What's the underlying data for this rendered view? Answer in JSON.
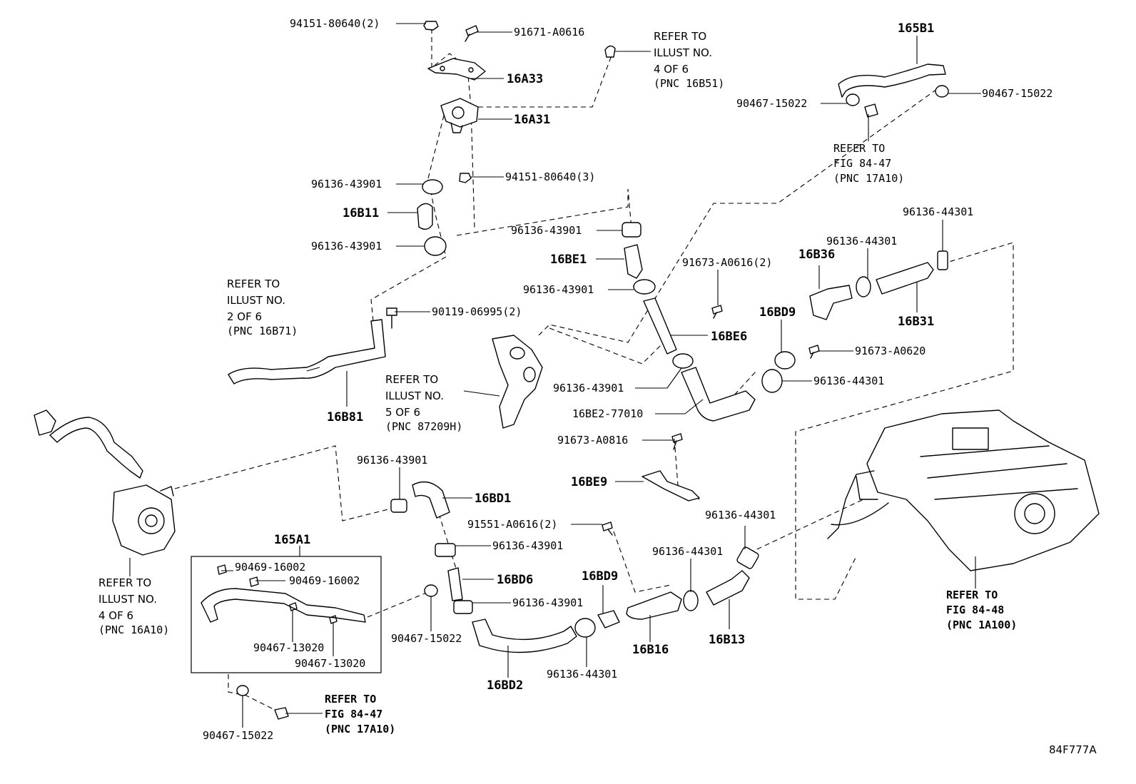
{
  "figure_code": "84F777A",
  "labels": {
    "p94151_80640_2": "94151-80640(2)",
    "p91671_A0616": "91671-A0616",
    "p16A33": "16A33",
    "p16A31": "16A31",
    "p96136_43901_a": "96136-43901",
    "p94151_80640_3": "94151-80640(3)",
    "p16B11": "16B11",
    "p96136_43901_b": "96136-43901",
    "p96136_43901_c": "96136-43901",
    "p16BE1": "16BE1",
    "p96136_43901_d": "96136-43901",
    "p91673_A0616_2": "91673-A0616(2)",
    "p16B36": "16B36",
    "p96136_44301_a": "96136-44301",
    "p96136_44301_b": "96136-44301",
    "p16B31": "16B31",
    "p16BD9_a": "16BD9",
    "p16BE6": "16BE6",
    "p91673_A0620": "91673-A0620",
    "p96136_44301_c": "96136-44301",
    "p90119_06995_2": "90119-06995(2)",
    "p16B81": "16B81",
    "p96136_43901_e": "96136-43901",
    "p16BE2_77010": "16BE2-77010",
    "p91673_A0816": "91673-A0816",
    "p16BE9": "16BE9",
    "p96136_43901_f": "96136-43901",
    "p16BD1": "16BD1",
    "p91551_A0616_2": "91551-A0616(2)",
    "p96136_43901_g": "96136-43901",
    "p16BD6": "16BD6",
    "p96136_43901_h": "96136-43901",
    "p90467_15022_a": "90467-15022",
    "p16BD2": "16BD2",
    "p96136_44301_d": "96136-44301",
    "p16BD9_b": "16BD9",
    "p16B16": "16B16",
    "p96136_44301_e": "96136-44301",
    "p96136_44301_f": "96136-44301",
    "p16B13": "16B13",
    "p165A1": "165A1",
    "p90469_16002_a": "90469-16002",
    "p90469_16002_b": "90469-16002",
    "p90467_13020_a": "90467-13020",
    "p90467_13020_b": "90467-13020",
    "p90467_15022_b": "90467-15022",
    "p165B1": "165B1",
    "p90467_15022_c": "90467-15022",
    "p90467_15022_d": "90467-15022"
  },
  "references": {
    "ref_illust_4of6_16B51": [
      "REFER TO",
      "ILLUST NO.",
      "4 OF 6",
      "(PNC 16B51)"
    ],
    "ref_fig_84_47_top": [
      "REFER TO",
      "FIG 84-47",
      "(PNC 17A10)"
    ],
    "ref_illust_2of6_16B71": [
      "REFER TO",
      "ILLUST NO.",
      "2 OF 6",
      "(PNC 16B71)"
    ],
    "ref_illust_5of6_87209H": [
      "REFER TO",
      "ILLUST NO.",
      "5 OF 6",
      "(PNC 87209H)"
    ],
    "ref_illust_4of6_16A10": [
      "REFER TO",
      "ILLUST NO.",
      "4 OF 6",
      "(PNC 16A10)"
    ],
    "ref_fig_84_48": [
      "REFER TO",
      "FIG 84-48",
      "(PNC 1A100)"
    ],
    "ref_fig_84_47_bottom": [
      "REFER TO",
      "FIG 84-47",
      "(PNC 17A10)"
    ]
  }
}
